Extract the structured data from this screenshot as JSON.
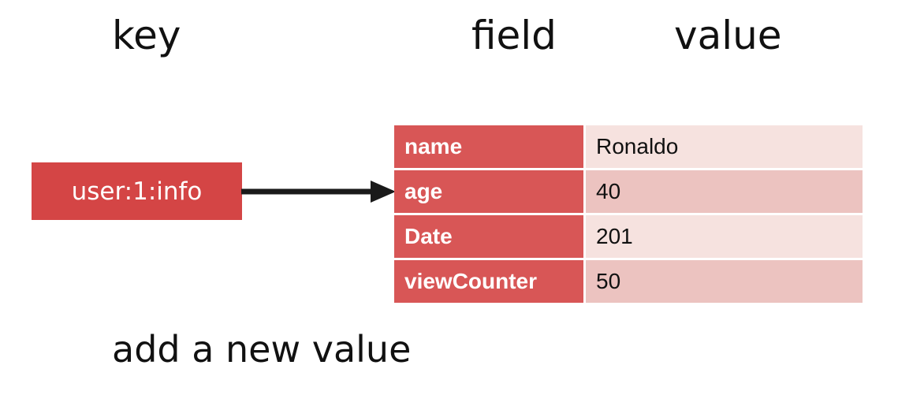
{
  "headings": {
    "key": "key",
    "field": "field",
    "value": "value"
  },
  "key_box": {
    "label": "user:1:info"
  },
  "hash": {
    "rows": [
      {
        "field": "name",
        "value": "Ronaldo"
      },
      {
        "field": "age",
        "value": "40"
      },
      {
        "field": "Date",
        "value": "201"
      },
      {
        "field": "viewCounter",
        "value": "50"
      }
    ]
  },
  "caption": "add a new value",
  "colors": {
    "key_box": "#d44545",
    "field_cell": "#d85656",
    "value_cell_light": "#f6e2df",
    "value_cell_dark": "#ecc3c0",
    "arrow": "#1a1a1a"
  }
}
